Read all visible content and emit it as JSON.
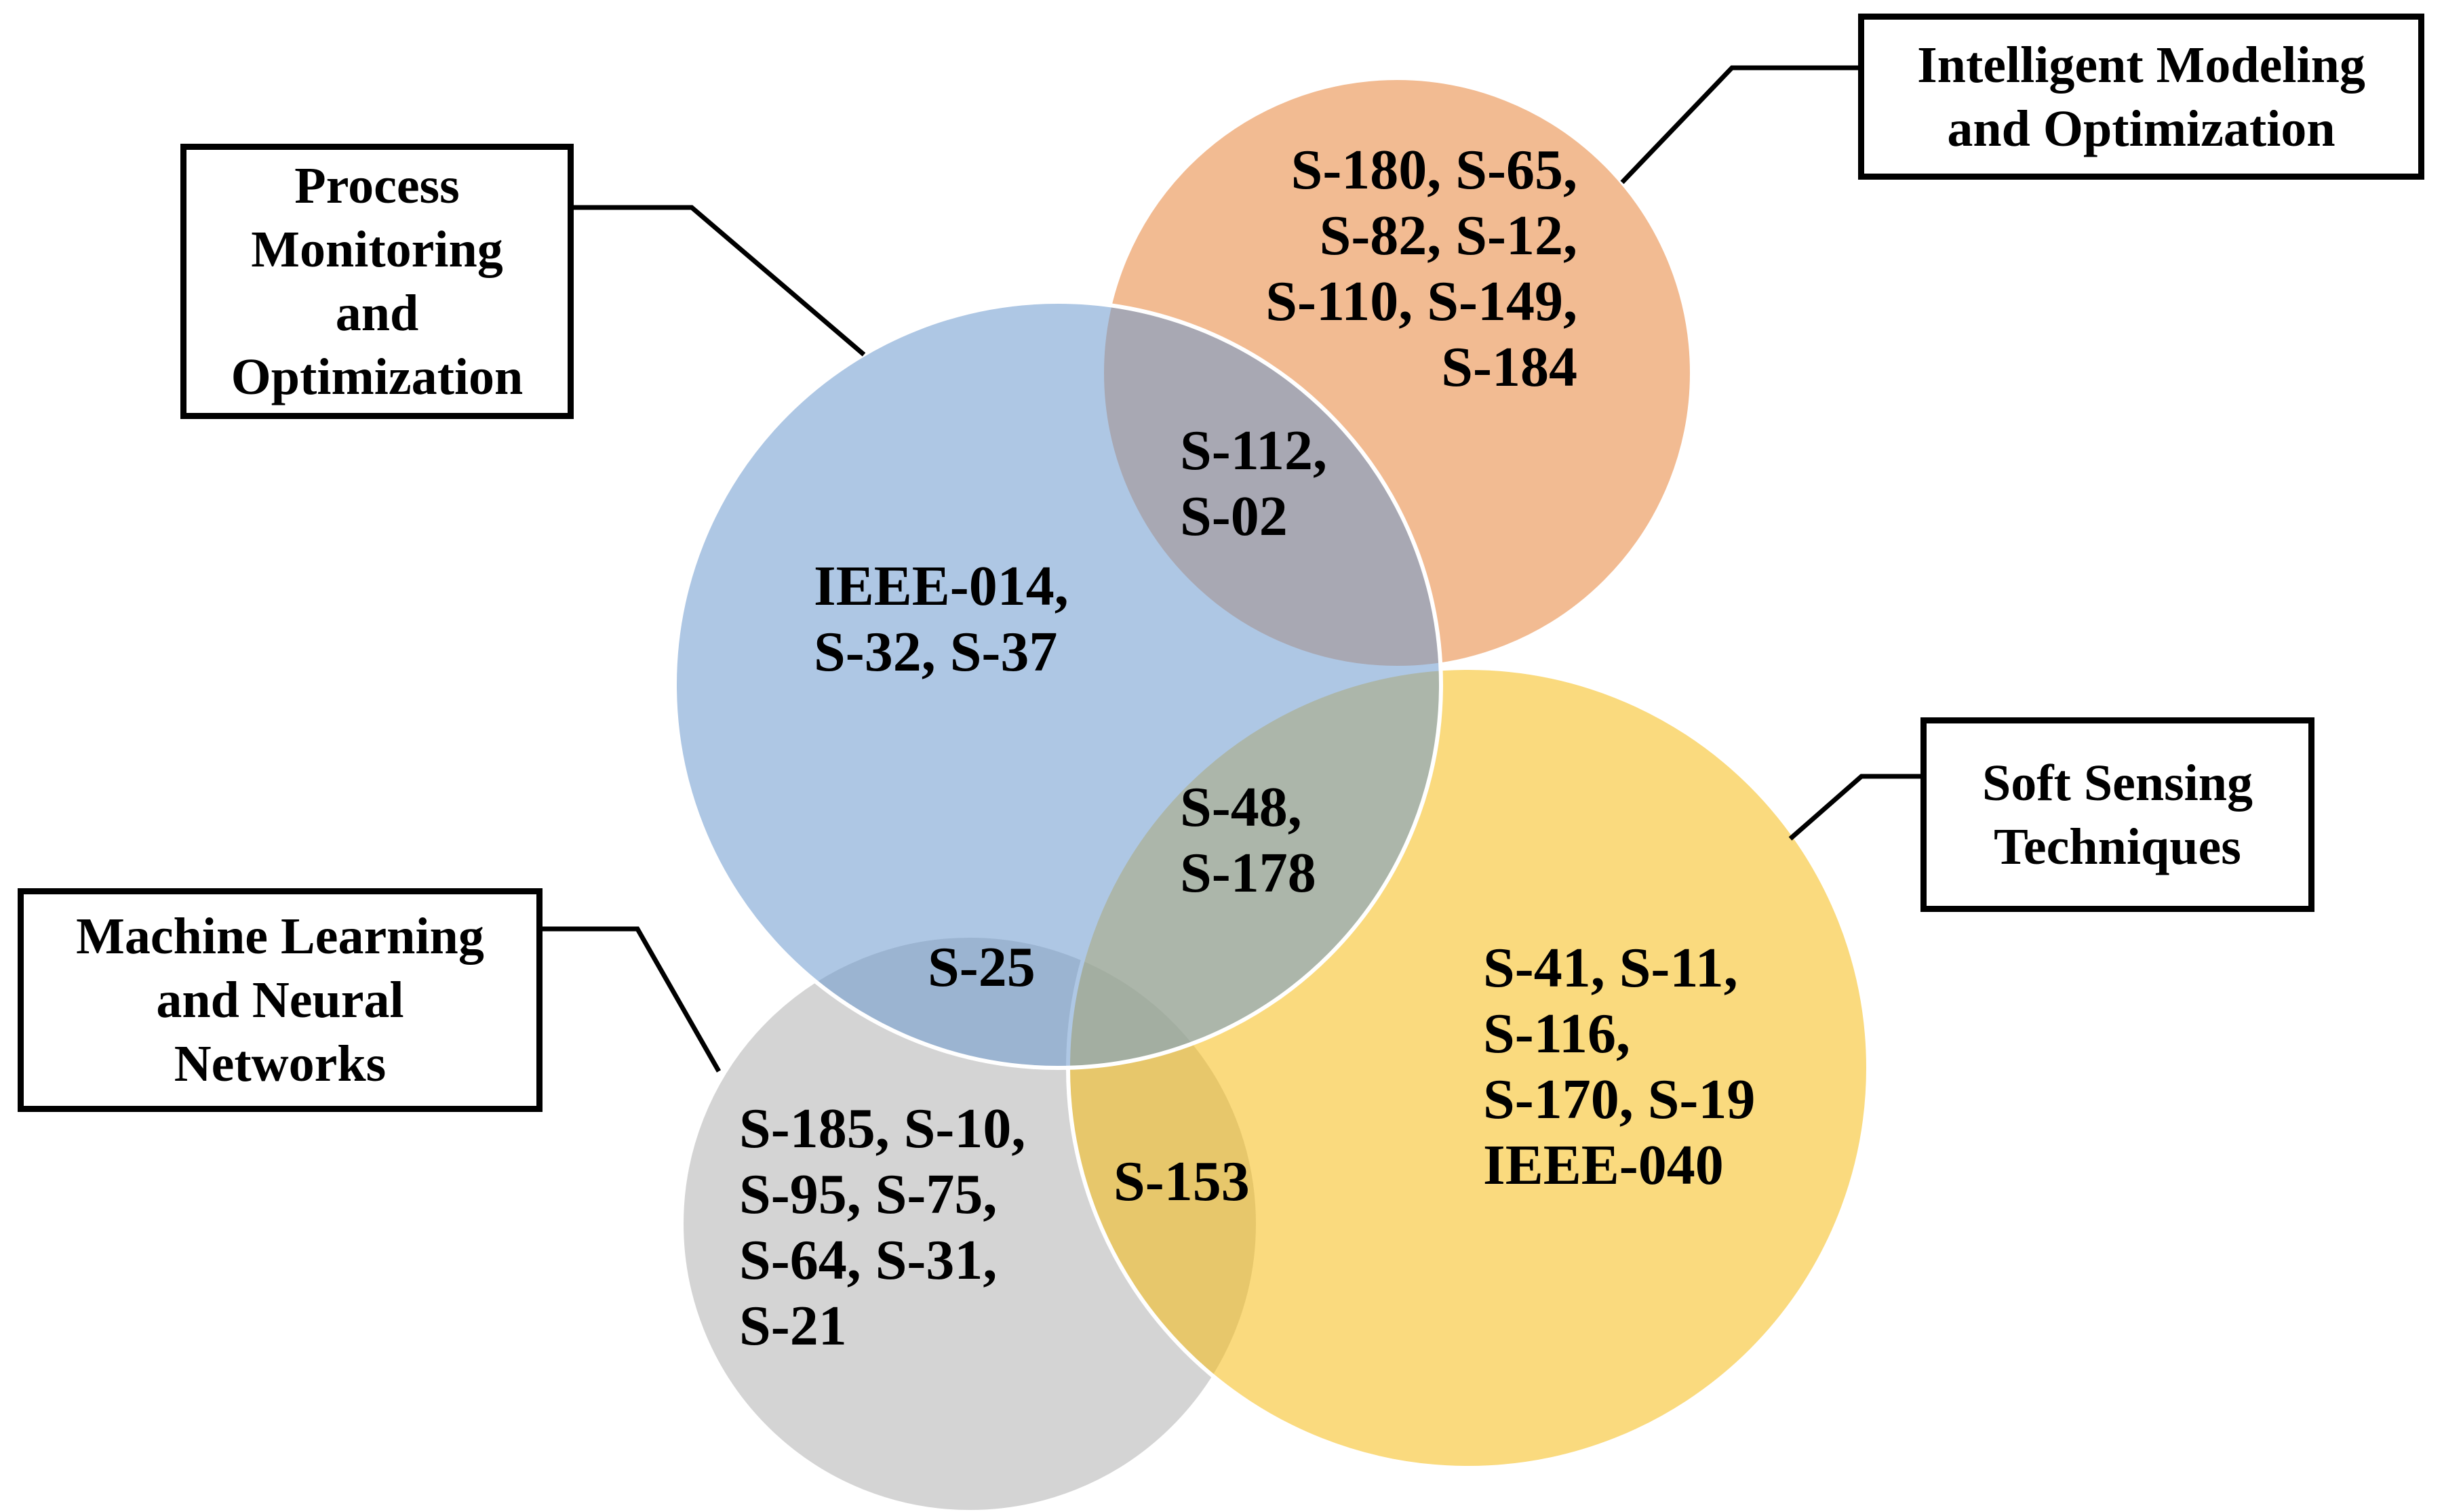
{
  "diagram": {
    "title": "Venn diagram of study topics",
    "background_color": "#FFFFFF",
    "line_color": "#000000",
    "circle_outline_color": "#FFFFFF",
    "fill_opacity": 0.55,
    "sets": [
      {
        "id": "process-monitoring",
        "label": "Process\nMonitoring\nand\nOptimization",
        "items": "IEEE-014,\nS-32, S-37",
        "color": "#6C99CE"
      },
      {
        "id": "intelligent-modeling",
        "label": "Intelligent Modeling\nand Optimization",
        "items": "S-180, S-65,\nS-82, S-12,\nS-110, S-149,\nS-184",
        "color": "#E78339"
      },
      {
        "id": "machine-learning",
        "label": "Machine Learning\nand Neural\nNetworks",
        "items": "S-185, S-10,\nS-95, S-75,\nS-64, S-31,\nS-21",
        "color": "#B1B1B1"
      },
      {
        "id": "soft-sensing",
        "label": "Soft Sensing\nTechniques",
        "items": "S-41, S-11,\nS-116,\nS-170, S-19\nIEEE-040",
        "color": "#F6BC14"
      }
    ],
    "intersections": [
      {
        "id": "process-x-intelligent",
        "between": [
          "process-monitoring",
          "intelligent-modeling"
        ],
        "items": "S-112,\nS-02"
      },
      {
        "id": "process-x-soft",
        "between": [
          "process-monitoring",
          "soft-sensing"
        ],
        "items": "S-48,\nS-178"
      },
      {
        "id": "process-x-machine",
        "between": [
          "process-monitoring",
          "machine-learning"
        ],
        "items": "S-25"
      },
      {
        "id": "machine-x-soft",
        "between": [
          "machine-learning",
          "soft-sensing"
        ],
        "items": "S-153"
      }
    ]
  }
}
